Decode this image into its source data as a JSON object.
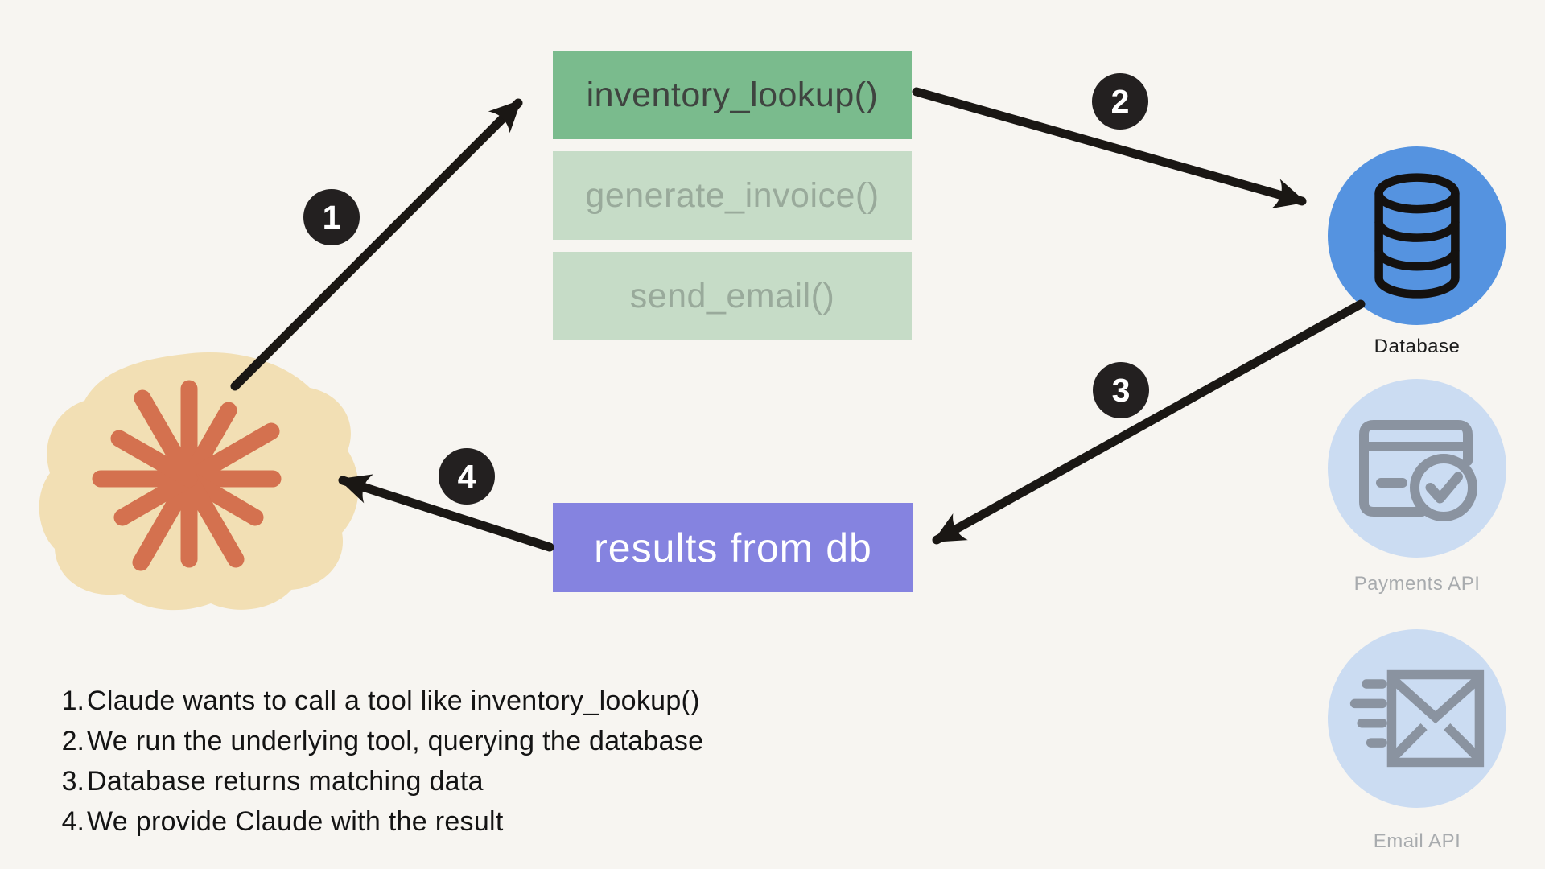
{
  "palette": {
    "background": "#f7f5f1",
    "arrow_black": "#1a1714",
    "badge_black": "#232020",
    "tool_active_bg": "#7abb8d",
    "tool_active_text": "#3f4440",
    "tool_inactive_bg": "#c6dcc7",
    "tool_inactive_text": "#99aa9b",
    "result_bg": "#8583e0",
    "result_text": "#ffffff",
    "database_circle_blue": "#5593e0",
    "api_circle_lightblue": "#cbdcf2",
    "api_icon_gray": "#8a93a0",
    "api_label_gray": "#a8abae",
    "claude_blob_beige": "#f2dfb4",
    "claude_star_orange": "#d4714f"
  },
  "tools": [
    {
      "label": "inventory_lookup()",
      "state": "active"
    },
    {
      "label": "generate_invoice()",
      "state": "inactive"
    },
    {
      "label": "send_email()",
      "state": "inactive"
    }
  ],
  "result_box": {
    "label": "results from db"
  },
  "services": [
    {
      "label": "Database",
      "icon": "database-icon",
      "state": "active"
    },
    {
      "label": "Payments API",
      "icon": "credit-card-check-icon",
      "state": "inactive"
    },
    {
      "label": "Email API",
      "icon": "email-send-icon",
      "state": "inactive"
    }
  ],
  "badges": [
    {
      "number": "1"
    },
    {
      "number": "2"
    },
    {
      "number": "3"
    },
    {
      "number": "4"
    }
  ],
  "steps": [
    {
      "number": "1.",
      "text": "Claude wants to call a tool like inventory_lookup()"
    },
    {
      "number": "2.",
      "text": "We run the underlying tool, querying the database"
    },
    {
      "number": "3.",
      "text": "Database returns matching data"
    },
    {
      "number": "4.",
      "text": "We provide Claude with the result"
    }
  ]
}
